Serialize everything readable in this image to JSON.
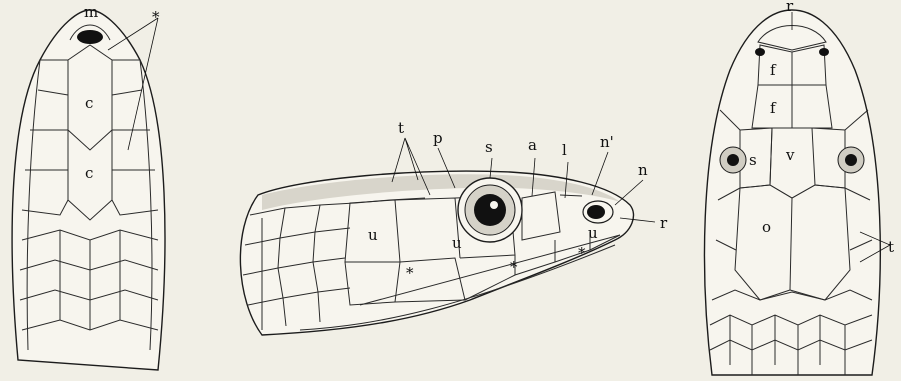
{
  "labels": {
    "left_m": "m",
    "left_star": "*",
    "left_c1": "c",
    "left_c2": "c",
    "side_t": "t",
    "side_p": "p",
    "side_s": "s",
    "side_a": "a",
    "side_l": "l",
    "side_n1": "n'",
    "side_n": "n",
    "side_r": "r",
    "side_u1": "u",
    "side_u2": "u",
    "side_u3": "u",
    "right_r": "r",
    "right_f1": "f",
    "right_f2": "f",
    "right_s": "s",
    "right_v": "v",
    "right_o": "o",
    "right_t": "t"
  },
  "colors": {
    "ink": "#1c1c1c",
    "paper": "#f1efe6",
    "eye": "#111111"
  }
}
